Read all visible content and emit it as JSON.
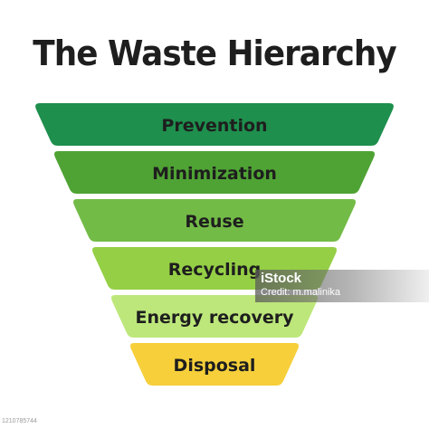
{
  "title": "The Waste Hierarchy",
  "levels": [
    {
      "label": "Prevention",
      "color": "#1e8f4d"
    },
    {
      "label": "Minimization",
      "color": "#4fa334"
    },
    {
      "label": "Reuse",
      "color": "#73bb47"
    },
    {
      "label": "Recycling",
      "color": "#95cf46"
    },
    {
      "label": "Energy recovery",
      "color": "#bde77a"
    },
    {
      "label": "Disposal",
      "color": "#f6cf3a"
    }
  ],
  "watermark": {
    "logo": "iStock",
    "credit": "Credit: m.malinika"
  },
  "image_id": "1210785744"
}
